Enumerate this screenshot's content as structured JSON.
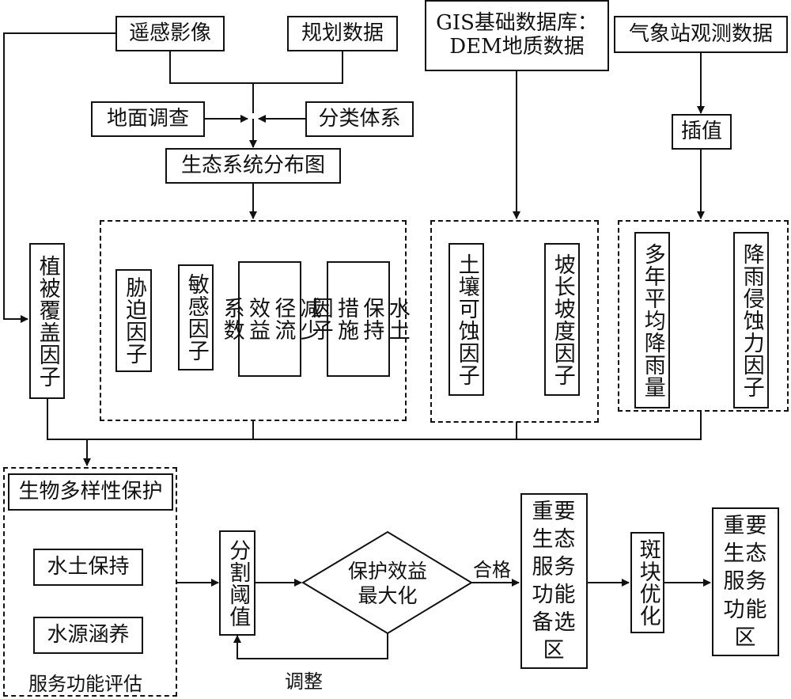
{
  "inputs": {
    "remote_sensing": "遥感影像",
    "planning_data": "规划数据",
    "gis_db": "GIS基础数据库：",
    "gis_db_line2": "DEM地质数据",
    "weather": "气象站观测数据",
    "ground_survey": "地面调查",
    "classification": "分类体系",
    "ecosystem_map": "生态系统分布图",
    "interpolation": "插值"
  },
  "factors": {
    "vegetation": "植被覆盖因子",
    "threat": "胁迫因子",
    "sensitivity": "敏感因子",
    "runoff": "减少\n径流\n效益\n系数",
    "conservation": "水土\n保持\n措施\n因子",
    "erodibility": "土壤可蚀因子",
    "slope": "坡长坡度因子",
    "rainfall": "多年平均降雨量",
    "erosivity": "降雨侵蚀力因子"
  },
  "evaluation": {
    "biodiversity": "生物多样性保护",
    "soil_conservation": "水土保持",
    "water_conservation": "水源涵养",
    "caption": "服务功能评估"
  },
  "flow": {
    "threshold": "分割阈值",
    "maximize_line1": "保护效益",
    "maximize_line2": "最大化",
    "qualified": "合格",
    "adjust": "调整",
    "candidate": "重要生态服务功能备选区",
    "patch_opt": "斑块优化",
    "final": "重要生态服务功能区"
  }
}
